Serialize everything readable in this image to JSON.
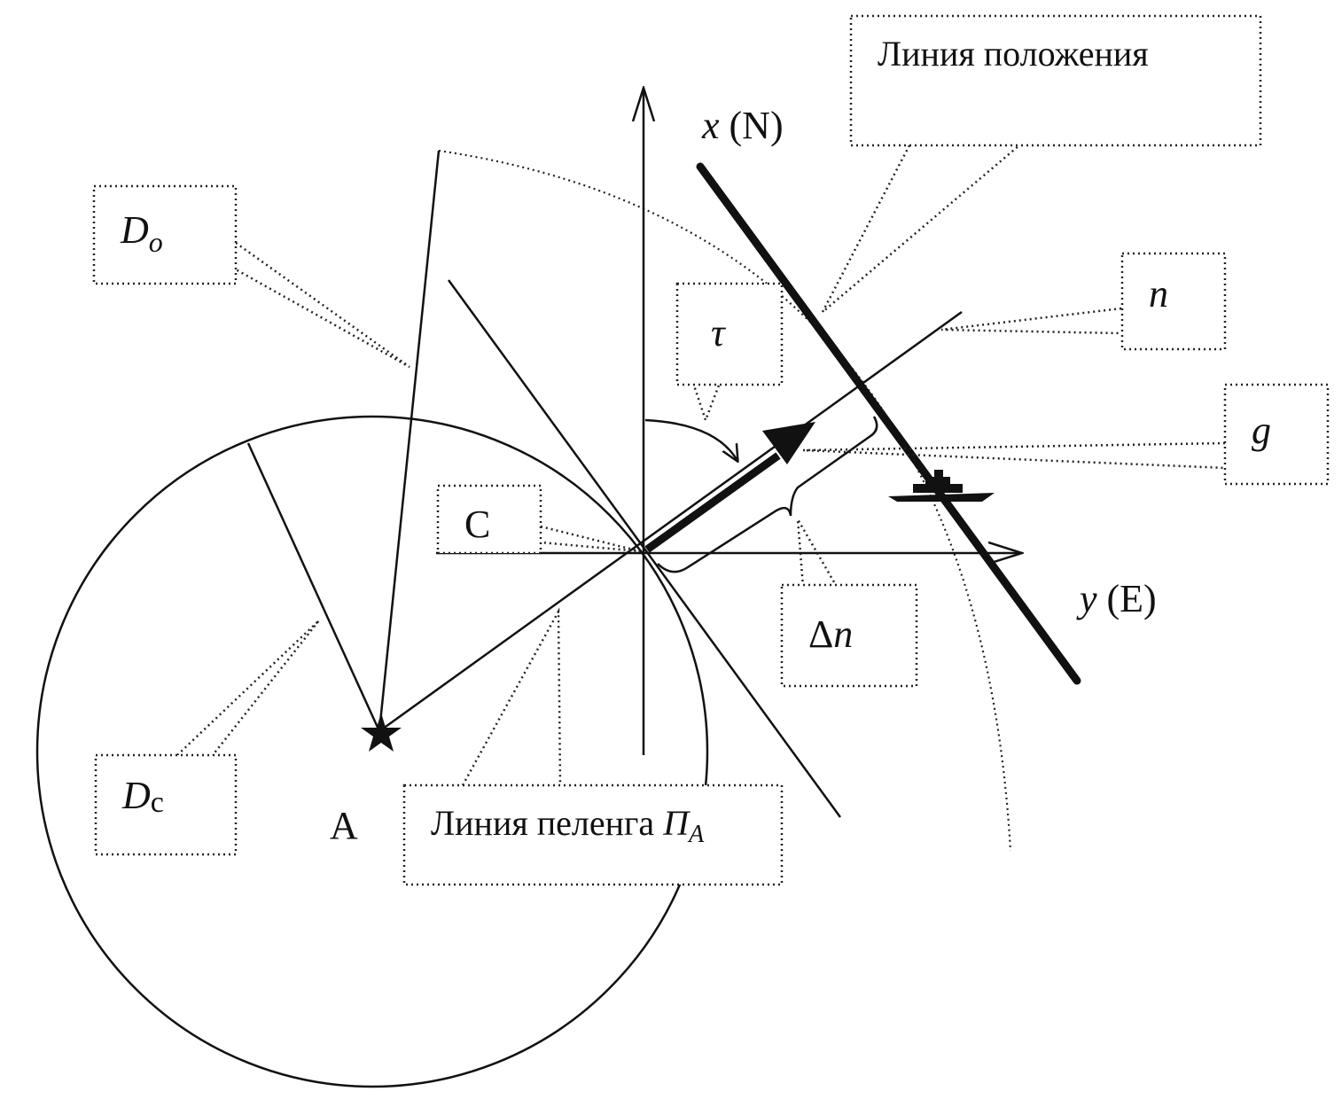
{
  "labels": {
    "position_line": "Линия положения",
    "x_axis_var": "x",
    "x_axis_dir": " (N)",
    "y_axis_var": "y",
    "y_axis_dir": " (E)",
    "d_o_main": "D",
    "d_o_sub": "o",
    "d_c_main": "D",
    "d_c_sub": "c",
    "tau": "τ",
    "n": "n",
    "g": "g",
    "c": "C",
    "delta_n_sym": "Δ",
    "delta_n_var": "n",
    "a": "A",
    "bearing_line": "Линия пеленга ",
    "bearing_sym": "П",
    "bearing_sub": "A"
  },
  "icons": {
    "landmark": "star-icon",
    "vessel": "ship-icon"
  },
  "colors": {
    "ink": "#111111",
    "background": "#ffffff"
  }
}
